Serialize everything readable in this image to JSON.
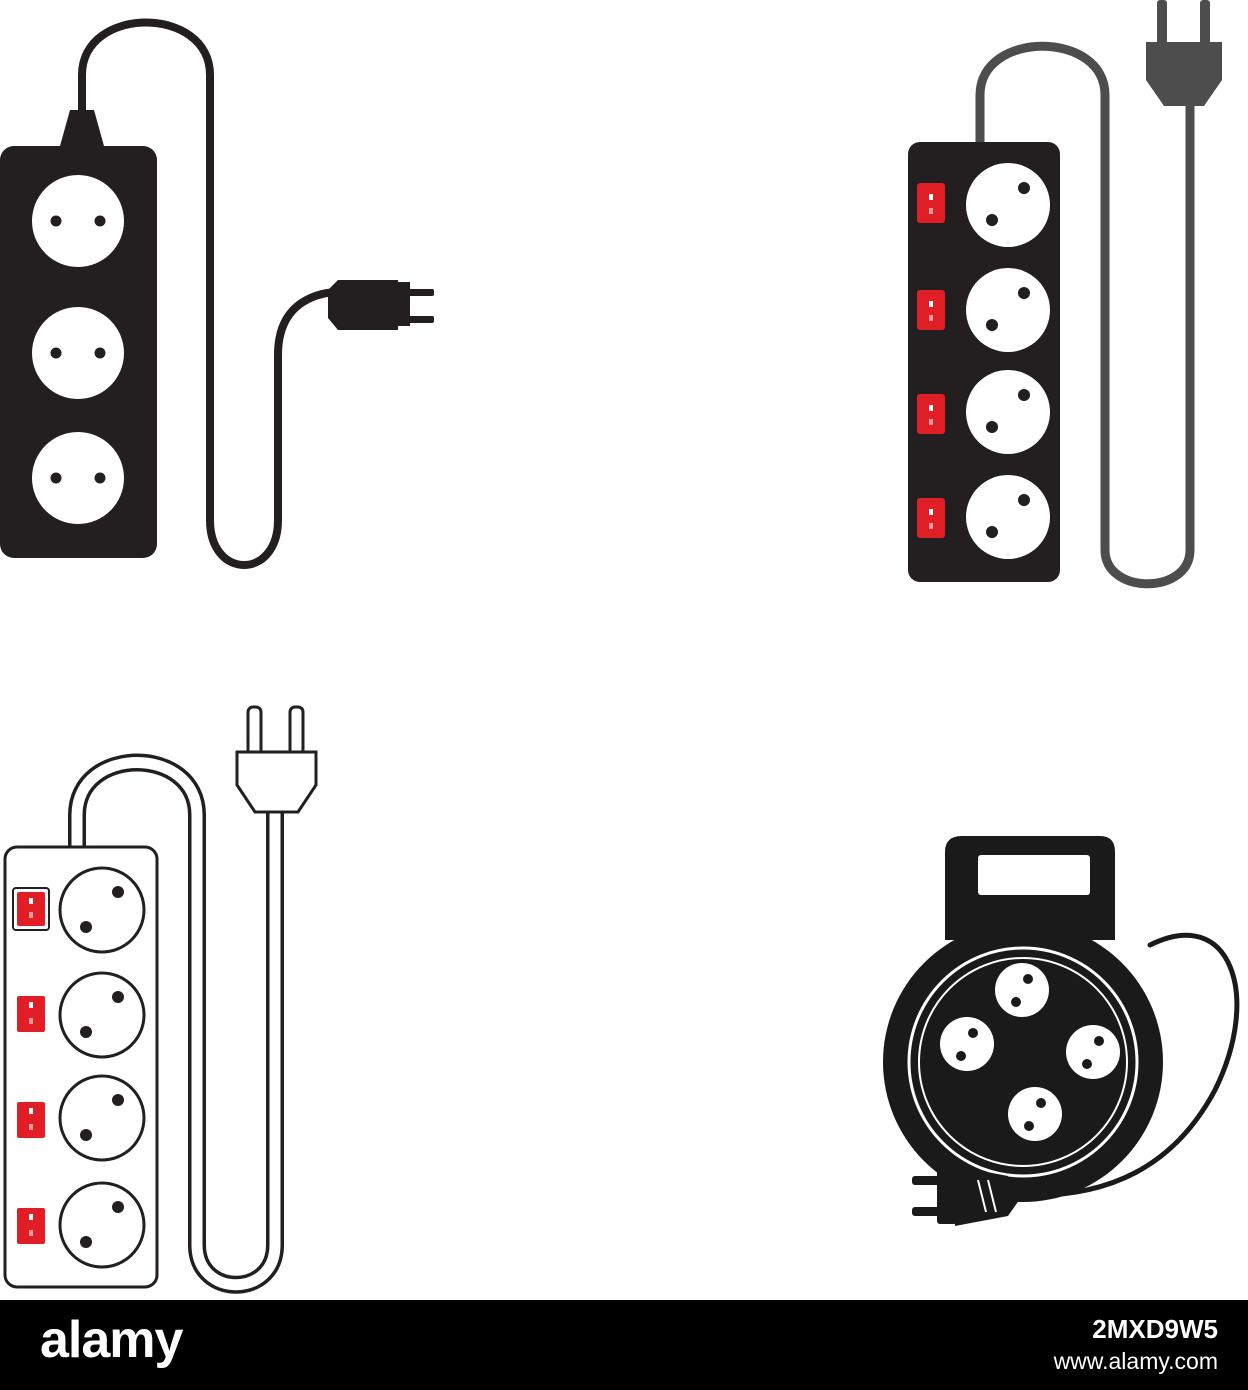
{
  "icons": [
    {
      "name": "power-strip-3-outlet-solid",
      "color": "#231f20"
    },
    {
      "name": "power-strip-4-outlet-switched-solid",
      "body_color": "#231f20",
      "cord_color": "#4d4d4d",
      "switch_color": "#e11d26"
    },
    {
      "name": "power-strip-4-outlet-switched-outline",
      "stroke_color": "#231f20",
      "fill_color": "#ffffff",
      "switch_color": "#e11d26"
    },
    {
      "name": "cable-reel-4-outlet",
      "color": "#1a1a1a"
    }
  ],
  "footer": {
    "background": "#000000",
    "brand": "alamy",
    "image_id": "2MXD9W5",
    "url": "www.alamy.com"
  }
}
